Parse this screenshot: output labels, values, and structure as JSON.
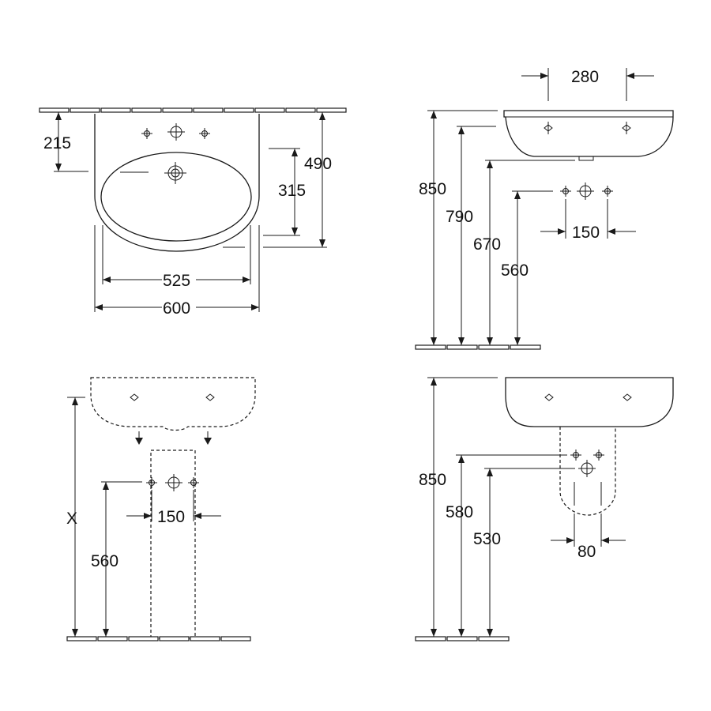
{
  "diagram": {
    "front_view": {
      "dim_215": "215",
      "dim_490": "490",
      "dim_315": "315",
      "dim_525": "525",
      "dim_600": "600"
    },
    "side_view": {
      "dim_280": "280",
      "dim_850": "850",
      "dim_790": "790",
      "dim_670": "670",
      "dim_560": "560",
      "dim_150": "150"
    },
    "pedestal_view": {
      "dim_x": "X",
      "dim_560": "560",
      "dim_150": "150"
    },
    "semi_pedestal_view": {
      "dim_850": "850",
      "dim_580": "580",
      "dim_530": "530",
      "dim_80": "80"
    }
  }
}
